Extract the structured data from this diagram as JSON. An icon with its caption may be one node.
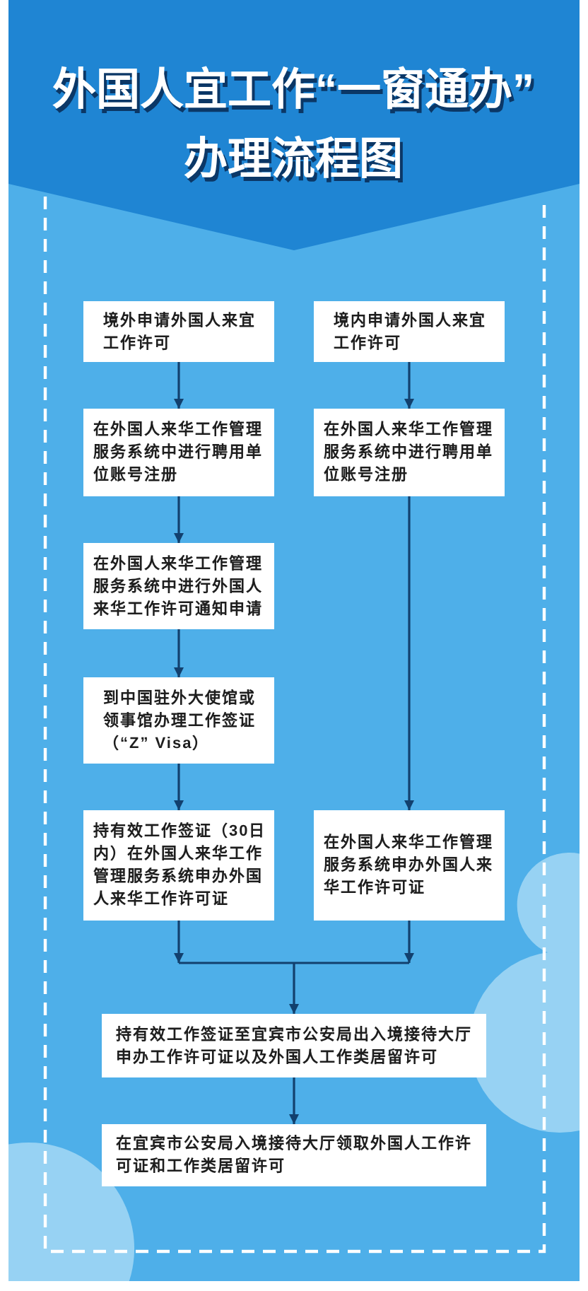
{
  "diagram": {
    "title": "外国人宜工作“一窗通办”办理流程图",
    "nodes": [
      {
        "text": [
          "境外申请外国人来宜工作许可"
        ]
      },
      {
        "text": [
          "境内申请外国人来宜工作许可"
        ]
      },
      {
        "text": [
          "在外国人来华工作管理服务系统中进行聘用单位账号注册"
        ]
      },
      {
        "text": [
          "在外国人来华工作管理服务系统中进行聘用单位账号注册"
        ]
      },
      {
        "text": [
          "在外国人来华工作管理服务系统中进行外国人来华工作许可通知申请"
        ]
      },
      {
        "text": [
          "到中国驻外大使馆或领事馆办理工作签证（“Z” Visa）"
        ]
      },
      {
        "text": [
          "持有效工作签证（30日内）在外国人来华工作管理服务系统申办外国人来华工作许可证"
        ]
      },
      {
        "text": [
          "在外国人来华工作管理服务系统申办外国人来华工作许可证"
        ]
      },
      {
        "text": [
          "持有效工作签证至宜宾市公安局出入境接待大厅申办工作许可证以及外国人工作类居留许可"
        ]
      },
      {
        "text": [
          "在宜宾市公安局入境接待大厅领取外国人工作许可证和工作类居留许可"
        ]
      }
    ],
    "edges": [
      {
        "from": 0,
        "to": 2,
        "arrow": "to"
      },
      {
        "from": 1,
        "to": 3,
        "arrow": "to"
      },
      {
        "from": 2,
        "to": 4,
        "arrow": "to"
      },
      {
        "from": 3,
        "to": 7,
        "arrow": "to"
      },
      {
        "from": 4,
        "to": 5,
        "arrow": "to"
      },
      {
        "from": 5,
        "to": 6,
        "arrow": "to"
      },
      {
        "from": 6,
        "to": 8,
        "arrow": "to"
      },
      {
        "from": 7,
        "to": 8,
        "arrow": "to"
      },
      {
        "from": 8,
        "to": 9,
        "arrow": "to"
      }
    ]
  }
}
